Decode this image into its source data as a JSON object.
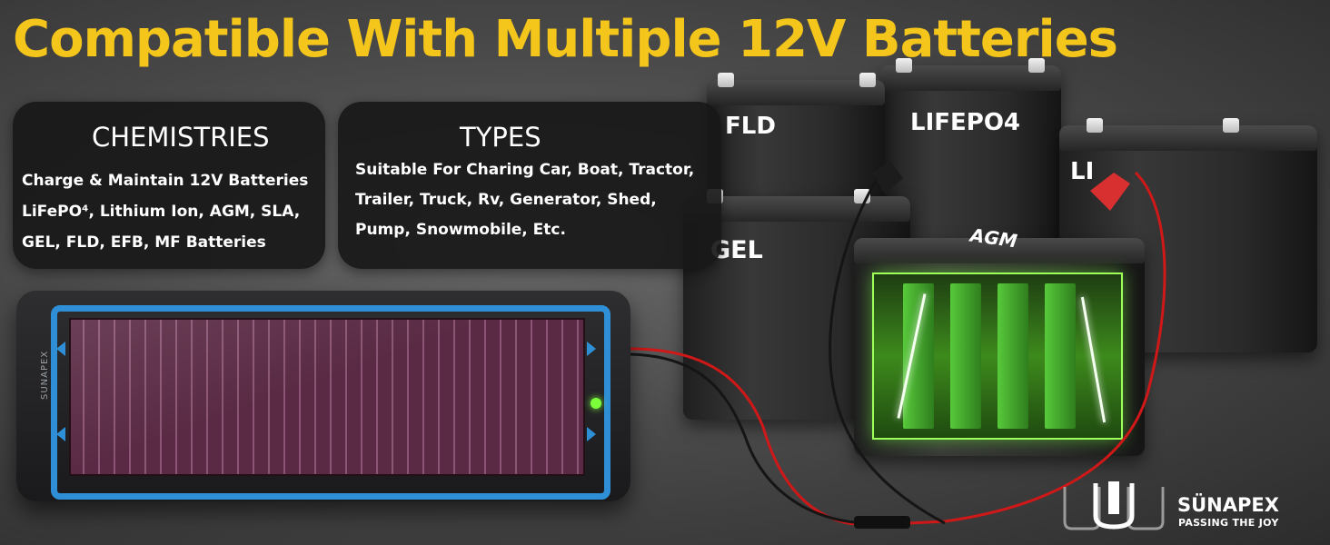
{
  "headline": "Compatible With Multiple 12V Batteries",
  "chemistries": {
    "title": "CHEMISTRIES",
    "lines": [
      "Charge & Maintain 12V Batteries",
      "LiFePO⁴, Lithium Ion, AGM, SLA,",
      "GEL, FLD, EFB, MF Batteries"
    ]
  },
  "types": {
    "title": "TYPES",
    "lines": [
      "Suitable For Charing Car, Boat, Tractor,",
      "Trailer, Truck, Rv, Generator, Shed,",
      "Pump, Snowmobile, Etc."
    ]
  },
  "battery_labels": {
    "fld": "FLD",
    "lifepo4": "LIFEPO4",
    "li": "LI",
    "gel": "GEL",
    "agm": "AGM"
  },
  "panel_brand": "SUNAPEX",
  "brand": {
    "name": "SÜNAPEX",
    "tagline": "PASSING THE JOY"
  },
  "colors": {
    "headline": "#f4c51a",
    "panel_rim": "#2e8fd6",
    "agm_glow": "#9cff5a",
    "cable_red": "#d01818"
  },
  "icons": {
    "logo": "sunapex-logo-icon",
    "led": "charge-indicator-led-icon"
  }
}
